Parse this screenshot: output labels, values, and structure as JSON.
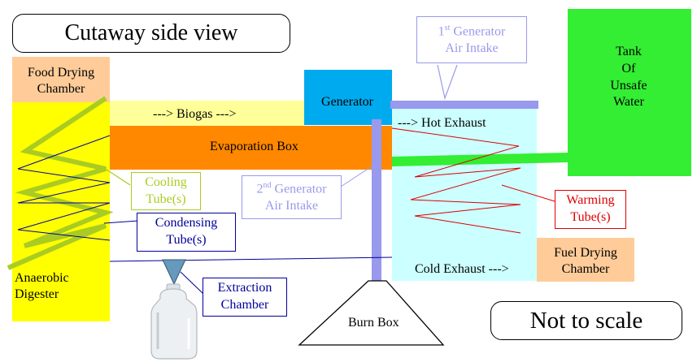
{
  "title": "Cutaway side view",
  "scale_note": "Not to scale",
  "components": {
    "food_drying_chamber": {
      "line1": "Food Drying",
      "line2": "Chamber"
    },
    "anaerobic_digester": {
      "line1": "Anaerobic",
      "line2": "Digester"
    },
    "biogas": "--->  Biogas  --->",
    "generator": "Generator",
    "evaporation_box": "Evaporation Box",
    "hot_exhaust": "--->  Hot Exhaust",
    "cold_exhaust": "Cold Exhaust   --->",
    "fuel_drying_chamber": {
      "line1": "Fuel Drying",
      "line2": "Chamber"
    },
    "tank": {
      "line1": "Tank",
      "line2": "Of",
      "line3": "Unsafe",
      "line4": "Water"
    },
    "burn_box": "Burn Box"
  },
  "callouts": {
    "gen_intake_1": {
      "sup": "st",
      "num": "1",
      "line1_rest": " Generator",
      "line2": "Air Intake"
    },
    "gen_intake_2": {
      "sup": "nd",
      "num": "2",
      "line1_rest": " Generator",
      "line2": "Air Intake"
    },
    "cooling_tubes": {
      "line1": "Cooling",
      "line2": "Tube(s)"
    },
    "condensing_tubes": {
      "line1": "Condensing",
      "line2": "Tube(s)"
    },
    "extraction_chamber": {
      "line1": "Extraction",
      "line2": "Chamber"
    },
    "warming_tubes": {
      "line1": "Warming",
      "line2": "Tube(s)"
    }
  },
  "colors": {
    "digester_yellow": "#ffff00",
    "biogas_pale_yellow": "#ffff99",
    "food_chamber_peach": "#ffcc99",
    "generator_blue": "#00aaee",
    "evaporation_orange": "#ff8800",
    "exhaust_cyan": "#ccffff",
    "tank_green": "#33ee33",
    "pipe_lavender": "#9999ee",
    "cooling_olive": "#aacc22",
    "condensing_navy": "#000099",
    "warming_red": "#dd0000",
    "extraction_steel": "#6699bb"
  }
}
